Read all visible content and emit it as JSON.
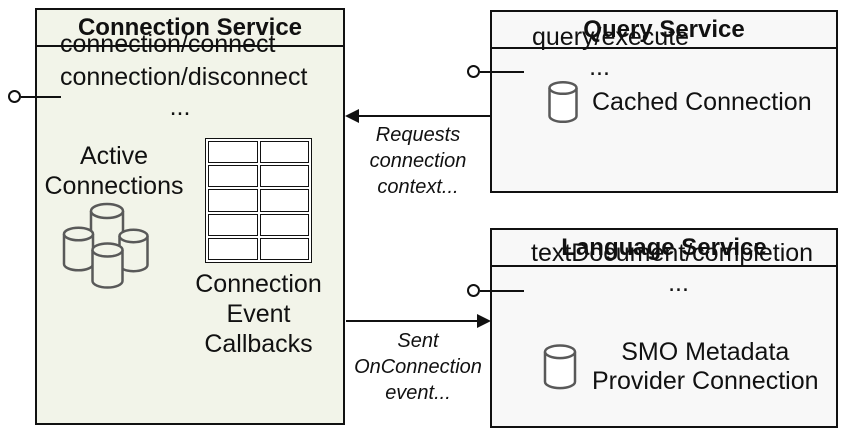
{
  "connection_service": {
    "title": "Connection Service",
    "method_1": "connection/connect",
    "method_2": "connection/disconnect",
    "ellipsis": "...",
    "active_label_line1": "Active",
    "active_label_line2": "Connections",
    "callbacks_line1": "Connection",
    "callbacks_line2": "Event",
    "callbacks_line3": "Callbacks"
  },
  "query_service": {
    "title": "Query Service",
    "method_1": "query/execute",
    "ellipsis": "...",
    "cache_label": "Cached Connection"
  },
  "language_service": {
    "title": "Language Service",
    "method_1": "textDocument/completion",
    "ellipsis": "...",
    "cache_line1": "SMO Metadata",
    "cache_line2": "Provider Connection"
  },
  "annotations": {
    "requests_line1": "Requests",
    "requests_line2": "connection",
    "requests_line3": "context...",
    "sent_line1": "Sent",
    "sent_line2": "OnConnection",
    "sent_line3": "event..."
  },
  "icons": {
    "database_cluster": "active-connections-databases",
    "database_single": "database-cylinder"
  },
  "colors": {
    "connection_box_fill": "#f2f4e9",
    "service_box_fill": "#f8f8f8",
    "border": "#111111",
    "cylinder_stroke": "#595959"
  }
}
